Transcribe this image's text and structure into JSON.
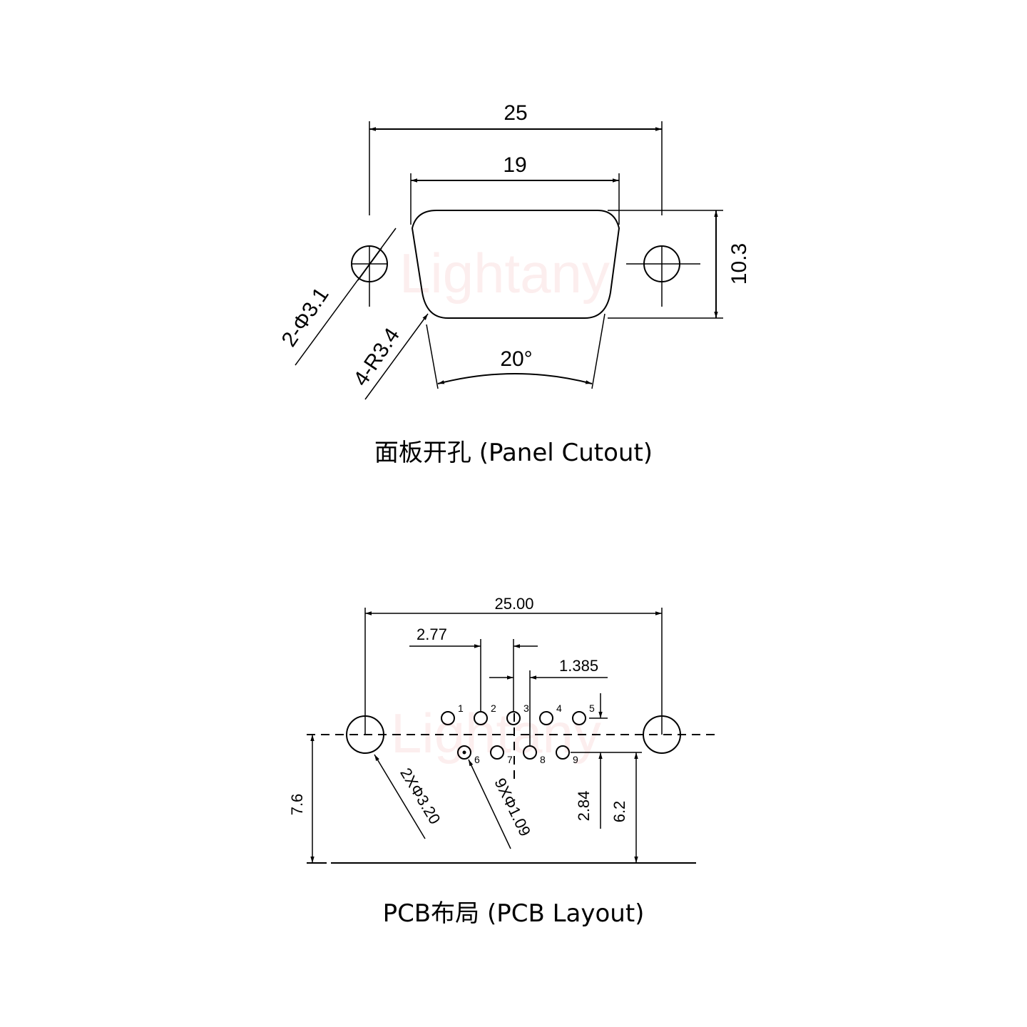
{
  "watermark": "Lightany",
  "panel": {
    "caption": "面板开孔 (Panel Cutout)",
    "dim_overall": "25",
    "dim_body": "19",
    "dim_height": "10.3",
    "dim_hole": "2-Φ3.1",
    "dim_radius": "4-R3.4",
    "dim_angle": "20°"
  },
  "pcb": {
    "caption": "PCB布局 (PCB Layout)",
    "dim_overall": "25.00",
    "dim_pitch": "2.77",
    "dim_offset": "1.385",
    "dim_row_gap": "2.84",
    "dim_to_pins": "6.2",
    "dim_to_center": "7.6",
    "dim_mount_holes": "2XΦ3.20",
    "dim_pin_holes": "9XΦ1.09",
    "pin_labels": [
      "1",
      "2",
      "3",
      "4",
      "5",
      "6",
      "7",
      "8",
      "9"
    ]
  }
}
